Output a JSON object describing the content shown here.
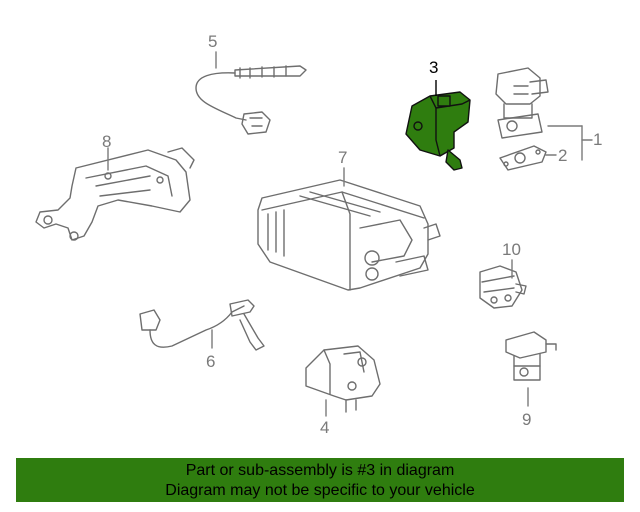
{
  "diagram": {
    "callouts": [
      {
        "id": "1",
        "label": "1",
        "highlighted": false
      },
      {
        "id": "2",
        "label": "2",
        "highlighted": false
      },
      {
        "id": "3",
        "label": "3",
        "highlighted": true
      },
      {
        "id": "4",
        "label": "4",
        "highlighted": false
      },
      {
        "id": "5",
        "label": "5",
        "highlighted": false
      },
      {
        "id": "6",
        "label": "6",
        "highlighted": false
      },
      {
        "id": "7",
        "label": "7",
        "highlighted": false
      },
      {
        "id": "8",
        "label": "8",
        "highlighted": false
      },
      {
        "id": "9",
        "label": "9",
        "highlighted": false
      },
      {
        "id": "10",
        "label": "10",
        "highlighted": false
      }
    ],
    "line_color": "#7a7a7a",
    "highlight_color": "#2f7d0f"
  },
  "banner": {
    "line1": "Part or sub-assembly is #3 in diagram",
    "line2": "Diagram may not be specific to your vehicle",
    "color": "#2f7d0f"
  }
}
